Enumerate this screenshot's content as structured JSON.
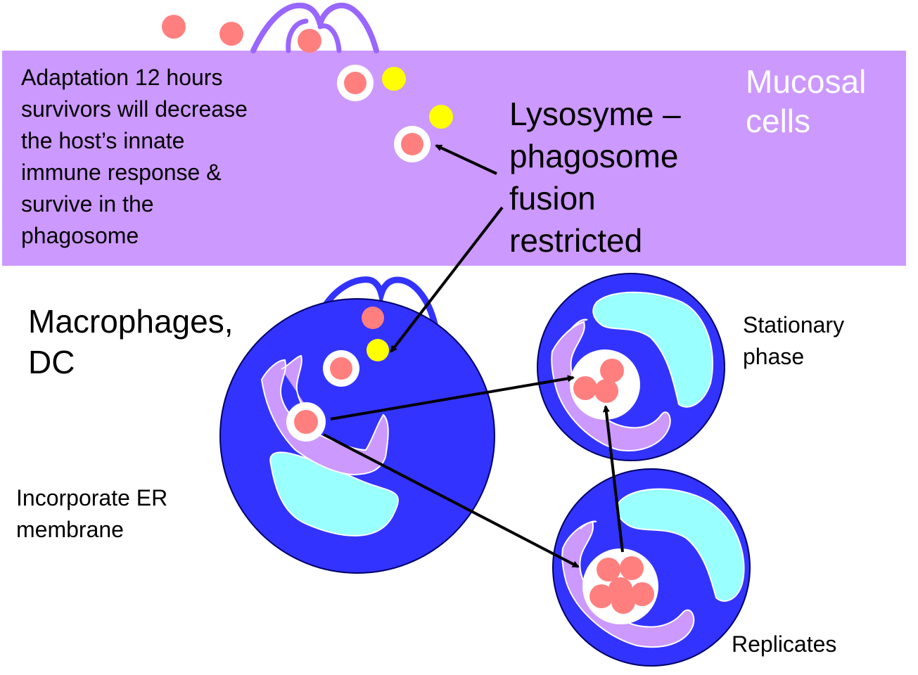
{
  "texts": {
    "adaptation": "Adaptation 12 hours\nsurvivors will  decrease\nthe host’s innate\nimmune response &\nsurvive in the\nphagosome",
    "mucosal": "Mucosal\ncells",
    "lysosome": "Lysosyme –\nphagosome\nfusion\nrestricted",
    "macrophages": "Macrophages,\nDC",
    "incorporate": "Incorporate ER\nmembrane",
    "stationary": "Stationary\nphase",
    "replicates": "Replicates"
  },
  "colors": {
    "mucosal_layer": "#cc99ff",
    "membrane_outline": "#9966ff",
    "cell_body": "#3333ff",
    "cell_outline": "#000066",
    "nucleus": "#99ffff",
    "er": "#cc99ff",
    "bacterium": "#ff7f7f",
    "lysosome": "#ffff00",
    "vacuole": "#ffffff",
    "arrow": "#000000"
  }
}
